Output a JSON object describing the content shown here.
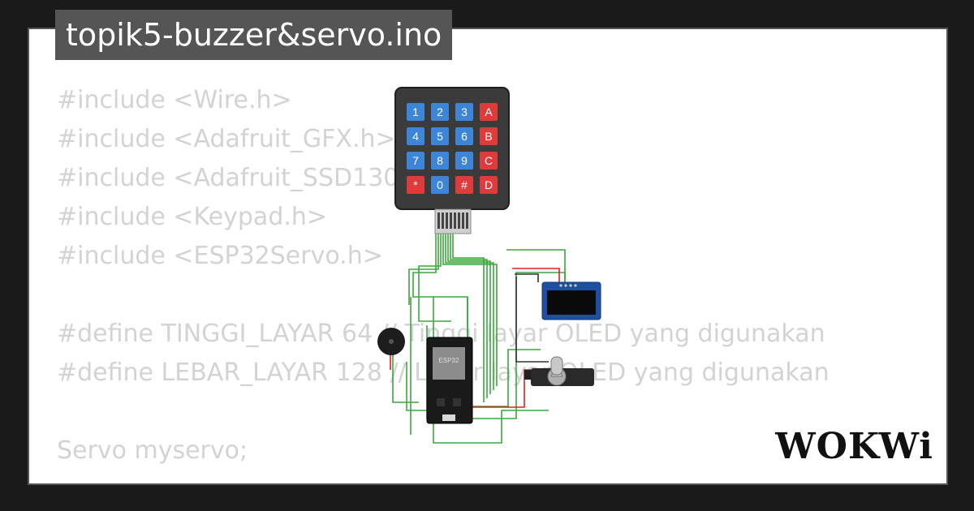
{
  "window": {
    "title": "topik5-buzzer&servo.ino"
  },
  "code": {
    "lines": [
      "#include <Wire.h>",
      "#include <Adafruit_GFX.h>",
      "#include <Adafruit_SSD1306.h>",
      "#include <Keypad.h>",
      "#include <ESP32Servo.h>",
      "",
      "#define TINGGI_LAYAR 64 // Tinggi layar OLED yang digunakan",
      "#define LEBAR_LAYAR 128 // Lebar layar OLED yang digunakan",
      "",
      "Servo myservo;"
    ]
  },
  "keypad": {
    "keys": [
      [
        "1",
        "2",
        "3",
        "A"
      ],
      [
        "4",
        "5",
        "6",
        "B"
      ],
      [
        "7",
        "8",
        "9",
        "C"
      ],
      [
        "*",
        "0",
        "#",
        "D"
      ]
    ],
    "colors": {
      "number": "#3d85d8",
      "letter": "#e03b3b"
    }
  },
  "esp32": {
    "label": "ESP32"
  },
  "brand": {
    "logo": "WOKWi"
  },
  "colors": {
    "wire_green": "#3aa83a",
    "wire_red": "#e02020"
  }
}
